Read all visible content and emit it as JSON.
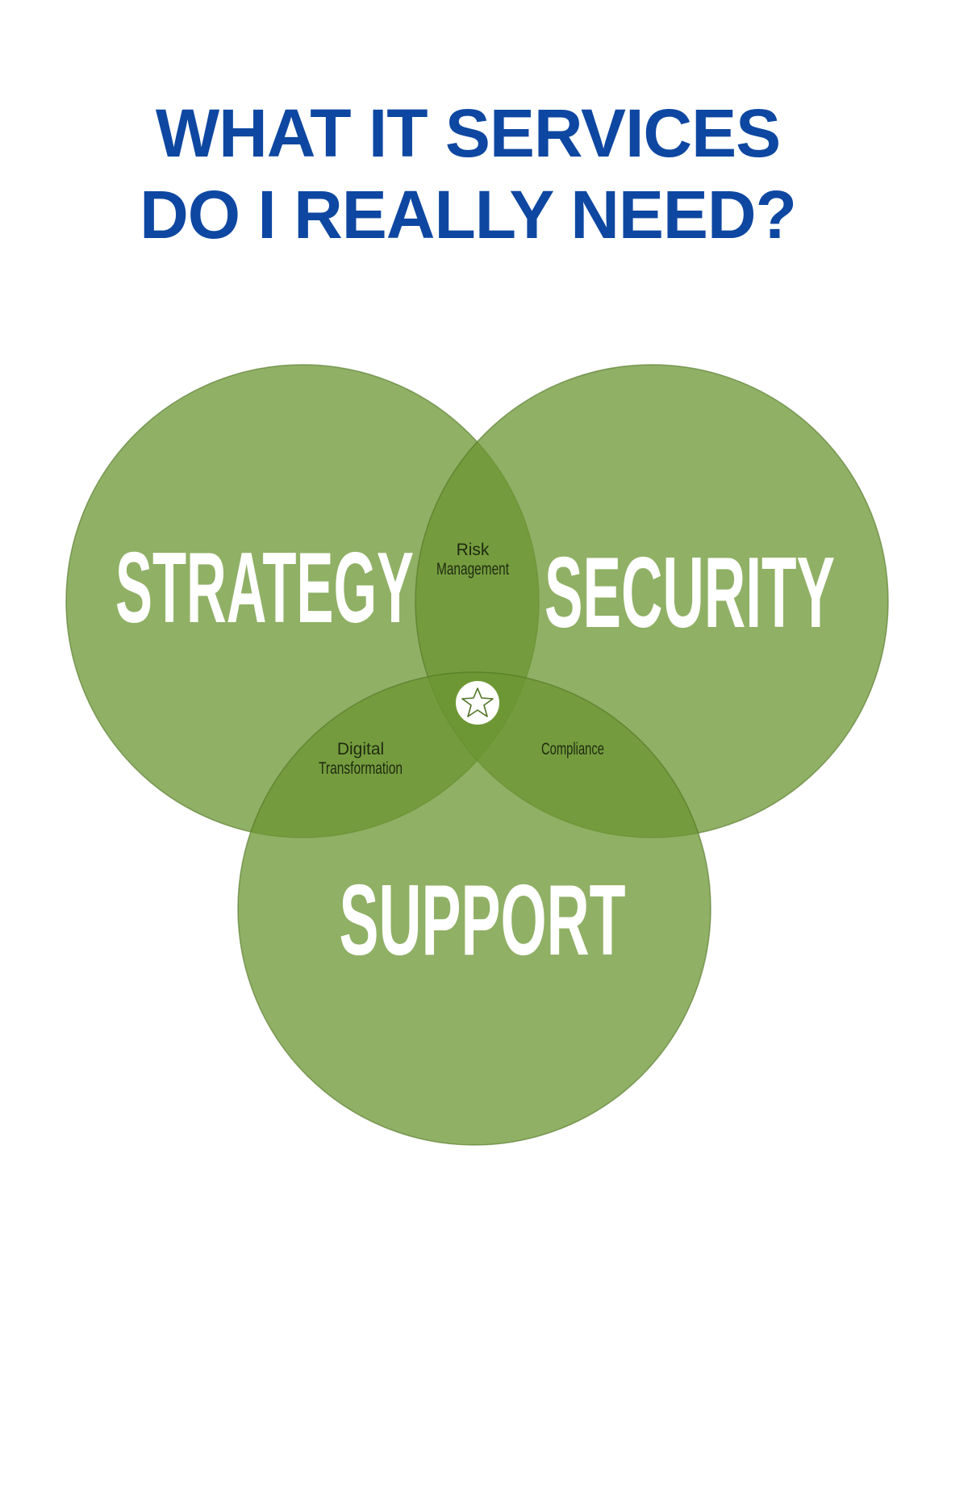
{
  "title": {
    "line1": "WHAT IT SERVICES",
    "line2": "DO I REALLY NEED?"
  },
  "colors": {
    "title": "#0e47a1",
    "circle_fill": "#6b9632",
    "circle_stroke": "#4f7322",
    "circle_label": "#ffffff",
    "overlap_label": "#1f2a10",
    "center_badge": "#ffffff",
    "star_outline": "#4f7322"
  },
  "venn": {
    "sets": [
      {
        "id": "strategy",
        "label": "STRATEGY"
      },
      {
        "id": "security",
        "label": "SECURITY"
      },
      {
        "id": "support",
        "label": "SUPPORT"
      }
    ],
    "overlaps": [
      {
        "between": [
          "strategy",
          "security"
        ],
        "lines": [
          "Risk",
          "Management"
        ]
      },
      {
        "between": [
          "strategy",
          "support"
        ],
        "lines": [
          "Digital",
          "Transformation"
        ]
      },
      {
        "between": [
          "security",
          "support"
        ],
        "lines": [
          "Compliance"
        ]
      }
    ],
    "center_icon": "star-outline-icon"
  }
}
